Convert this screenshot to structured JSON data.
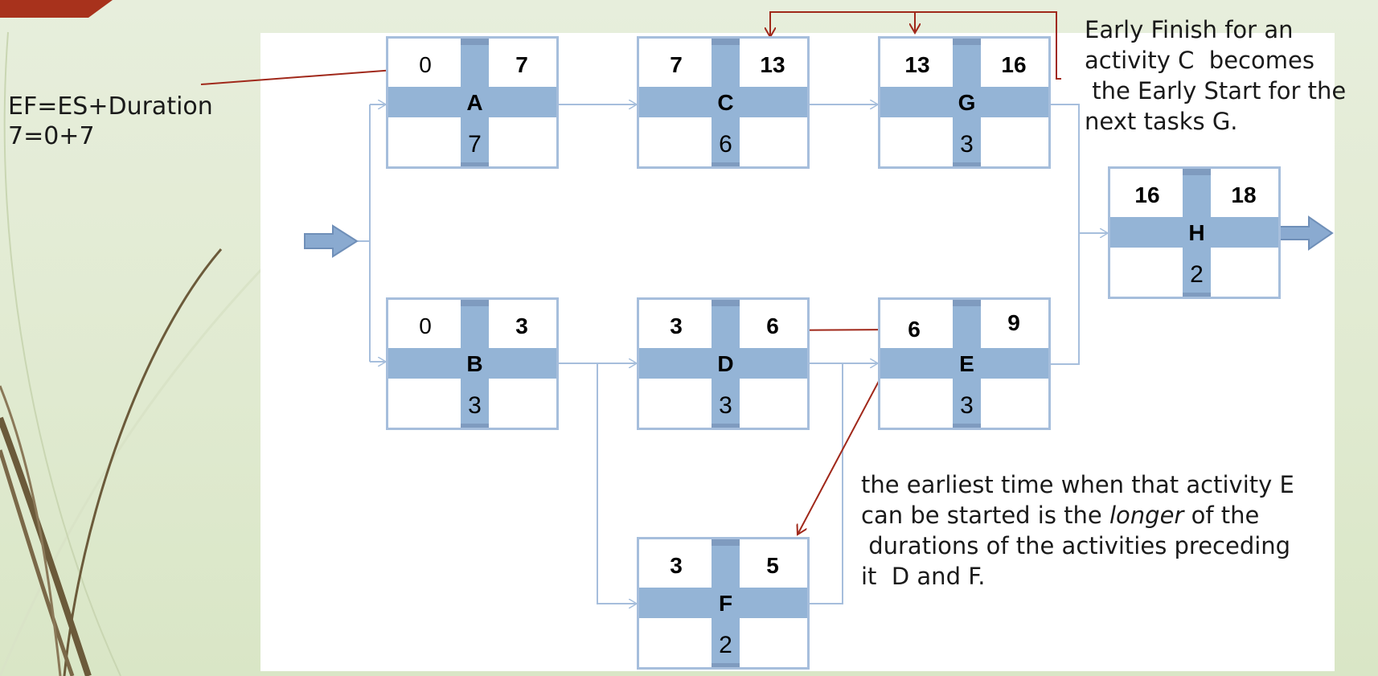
{
  "nodes": [
    {
      "id": "A",
      "es": "0",
      "ef": "7",
      "duration": "7"
    },
    {
      "id": "C",
      "es": "7",
      "ef": "13",
      "duration": "6"
    },
    {
      "id": "G",
      "es": "13",
      "ef": "16",
      "duration": "3"
    },
    {
      "id": "H",
      "es": "16",
      "ef": "18",
      "duration": "2"
    },
    {
      "id": "B",
      "es": "0",
      "ef": "3",
      "duration": "3"
    },
    {
      "id": "D",
      "es": "3",
      "ef": "6",
      "duration": "3"
    },
    {
      "id": "E",
      "es": "6",
      "ef": "9",
      "duration": "3"
    },
    {
      "id": "F",
      "es": "3",
      "ef": "5",
      "duration": "2"
    }
  ],
  "annotations": {
    "formula_line1": "EF=ES+Duration",
    "formula_line2": "7=0+7",
    "early_finish_note": [
      "Early Finish for an",
      "activity C  becomes",
      " the Early Start for the",
      "next tasks G."
    ],
    "earliest_note": [
      "the earliest time when that activity E",
      "can be started is the ",
      "longer",
      " of the",
      " durations of the activities preceding",
      "it  D and F."
    ]
  },
  "colors": {
    "box_fill": "#94b4d6",
    "box_border": "#a6bedc",
    "annotation_arrow": "#a0281a",
    "flow_line": "#a6bedc"
  }
}
